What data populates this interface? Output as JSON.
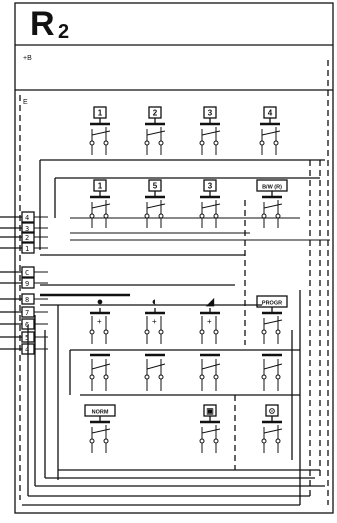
{
  "title": {
    "letter": "R",
    "subscript": "2"
  },
  "top_label": "+B",
  "frame_label": "E",
  "terminals": [
    "4",
    "3",
    "2",
    "1",
    "C",
    "9",
    "8",
    "7",
    "6",
    "5",
    "4"
  ],
  "row1_keys": [
    "1",
    "2",
    "3",
    "4"
  ],
  "row2_keys": [
    "1",
    "5",
    "3",
    "B/W (R)"
  ],
  "row3_keys": [
    "●",
    "◐",
    "◢",
    "PROGR"
  ],
  "row5_keys": [
    "NORM",
    "▣",
    "⊙"
  ]
}
